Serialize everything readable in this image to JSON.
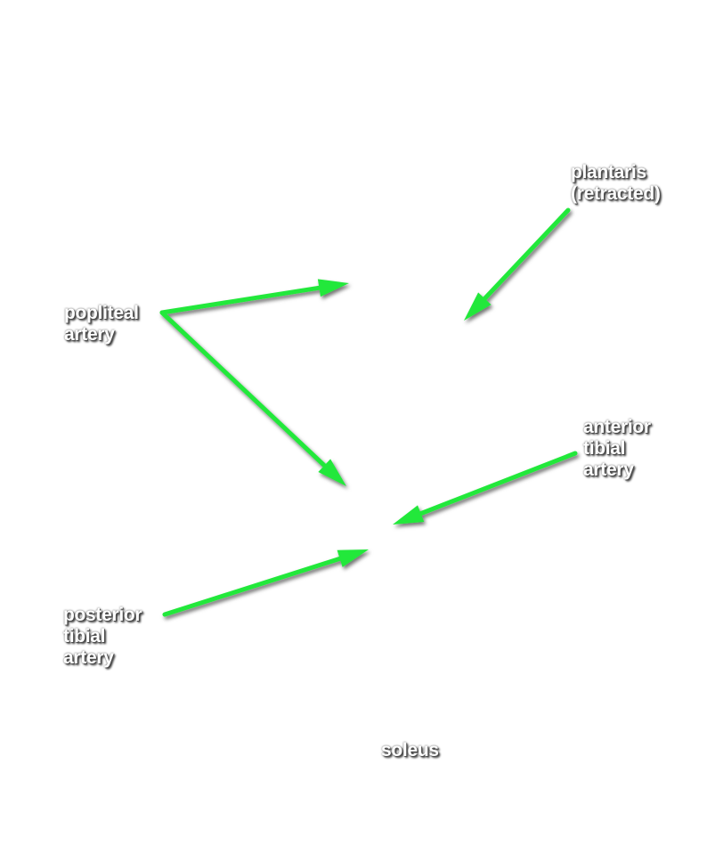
{
  "labels": {
    "plantaris": [
      "plantaris",
      "(retracted)"
    ],
    "popliteal": [
      "popliteal",
      "artery"
    ],
    "anterior_tibial": [
      "anterior",
      "tibial",
      "artery"
    ],
    "posterior_tibial": [
      "posterior",
      "tibial",
      "artery"
    ],
    "soleus": [
      "soleus"
    ]
  },
  "colors": {
    "arrow": "#22e83a",
    "label_text": "#ffffff",
    "label_shadow": "#333333",
    "background": "#ffffff"
  }
}
